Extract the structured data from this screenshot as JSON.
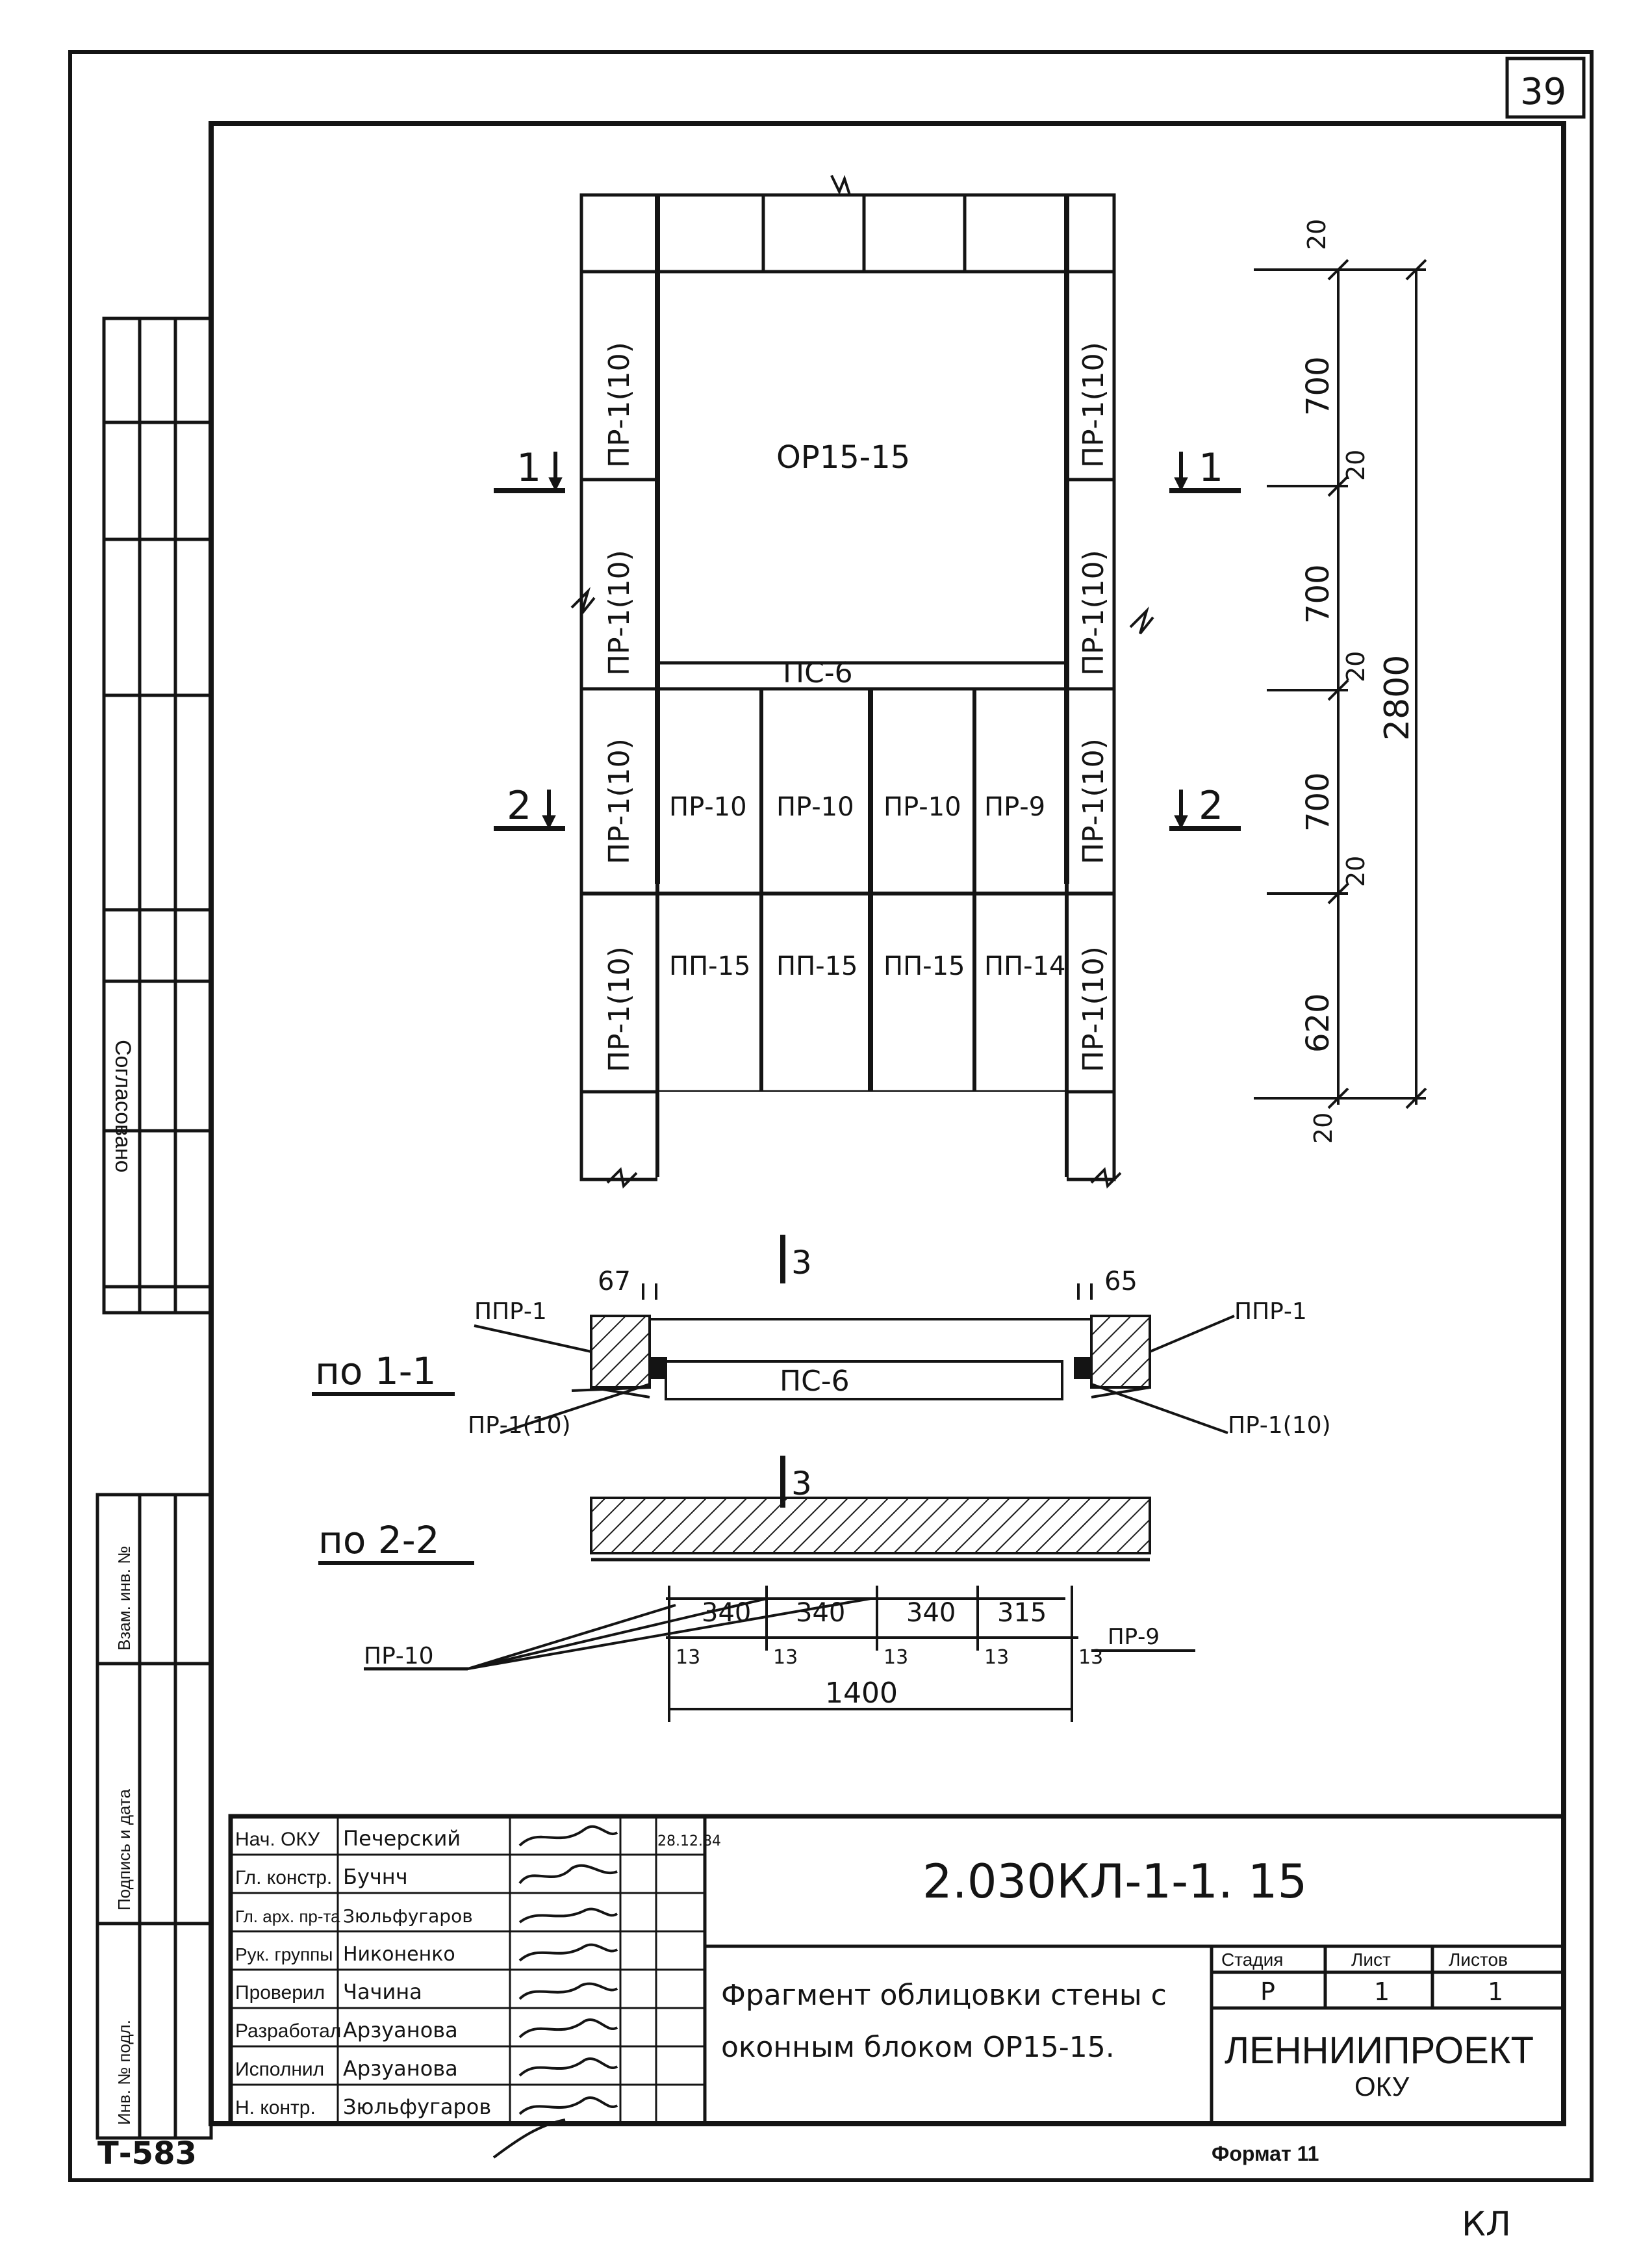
{
  "sheet": {
    "page_number": "39",
    "archive_code": "Т-583",
    "corner_mark": "КЛ",
    "format": "Формат 11",
    "side_label": "Согласовано",
    "side_columns": [
      "Инв. № подл.",
      "Подпись и дата",
      "Взам. инв. №"
    ]
  },
  "elevation": {
    "window_label": "ОР15-15",
    "lintel_label": "ПС-6",
    "left_column": [
      "ПР-1(10)",
      "ПР-1(10)",
      "ПР-1(10)",
      "ПР-1(10)"
    ],
    "right_column": [
      "ПР-1(10)",
      "ПР-1(10)",
      "ПР-1(10)",
      "ПР-1(10)"
    ],
    "row_upper": [
      "ПР-10",
      "ПР-10",
      "ПР-10",
      "ПР-9"
    ],
    "row_lower": [
      "ПП-15",
      "ПП-15",
      "ПП-15",
      "ПП-14"
    ],
    "cut_mark_1": "1",
    "cut_mark_2": "2",
    "cut_mark_3": "3"
  },
  "dimensions_vertical": {
    "total": "2800",
    "values": [
      "20",
      "700",
      "20",
      "700",
      "20",
      "700",
      "20",
      "620",
      "20"
    ]
  },
  "section_1_1": {
    "title": "по 1-1",
    "label_left_top": "ППР-1",
    "label_right_top": "ППР-1",
    "label_left_bottom": "ПР-1(10)",
    "label_right_bottom": "ПР-1(10)",
    "center_label": "ПС-6",
    "dim_left": "67",
    "dim_right": "65"
  },
  "section_2_2": {
    "title": "по 2-2",
    "label_left": "ПР-10",
    "label_right": "ПР-9",
    "dims_upper": [
      "340",
      "340",
      "340",
      "315"
    ],
    "dims_joints": [
      "13",
      "13",
      "13",
      "13",
      "13"
    ],
    "total": "1400"
  },
  "title_block": {
    "designation": "2.030КЛ-1-1. 15",
    "description_line1": "Фрагмент облицовки стены с",
    "description_line2": "оконным блоком ОР15-15.",
    "stage_header": "Стадия",
    "sheet_header": "Лист",
    "sheets_header": "Листов",
    "stage_value": "Р",
    "sheet_value": "1",
    "sheets_value": "1",
    "organization": "ЛЕННИИПРОЕКТ",
    "department": "ОКУ",
    "date": "28.12.84",
    "staff": [
      {
        "role": "Нач. ОКУ",
        "name": "Печерский"
      },
      {
        "role": "Гл. констр.",
        "name": "Бучнч"
      },
      {
        "role": "Гл. арх. пр-та",
        "name": "Зюльфугаров"
      },
      {
        "role": "Рук. группы",
        "name": "Никоненко"
      },
      {
        "role": "Проверил",
        "name": "Чачина"
      },
      {
        "role": "Разработал",
        "name": "Арзуанова"
      },
      {
        "role": "Исполнил",
        "name": "Арзуанова"
      },
      {
        "role": "Н. контр.",
        "name": "Зюльфугаров"
      }
    ]
  }
}
